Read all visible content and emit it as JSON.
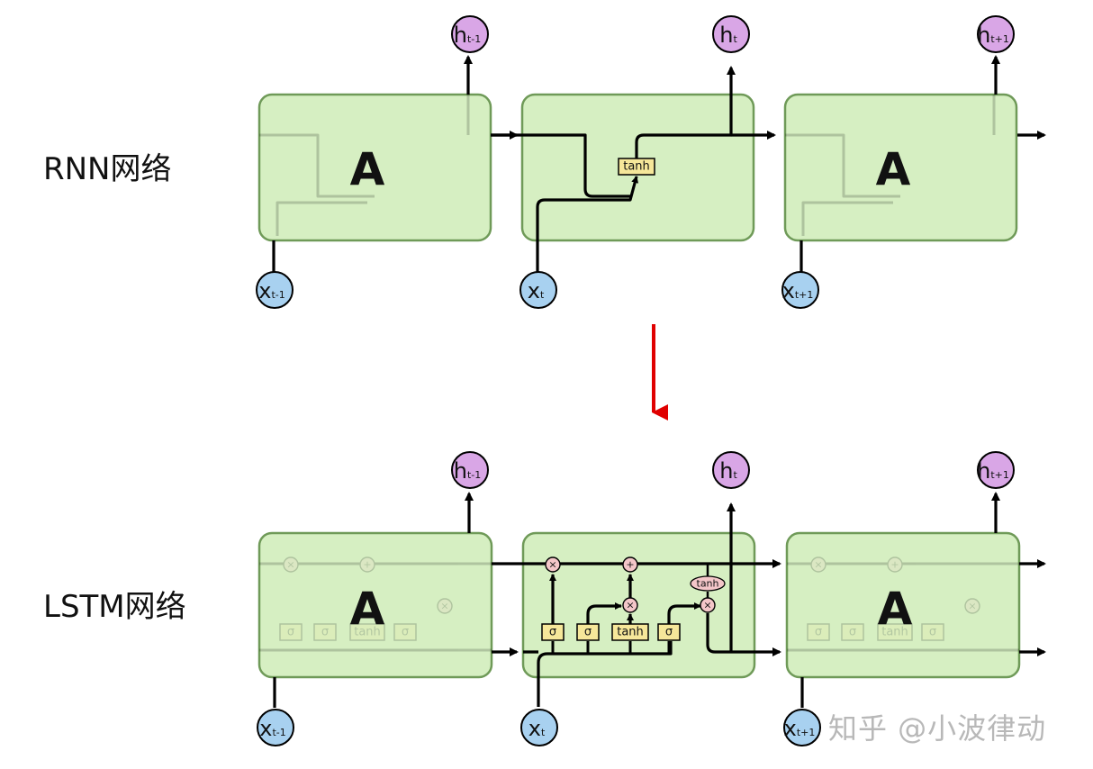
{
  "labels": {
    "rnn": "RNN网络",
    "lstm": "LSTM网络",
    "cell": "A",
    "tanh": "tanh",
    "sigma": "σ",
    "times": "×",
    "plus": "+",
    "watermark": "知乎 @小波律动"
  },
  "outputs": [
    {
      "main": "h",
      "sub": "t-1"
    },
    {
      "main": "h",
      "sub": "t"
    },
    {
      "main": "h",
      "sub": "t+1"
    }
  ],
  "inputs": [
    {
      "main": "x",
      "sub": "t-1"
    },
    {
      "main": "x",
      "sub": "t"
    },
    {
      "main": "x",
      "sub": "t+1"
    }
  ],
  "colors": {
    "cell_fill": "#d6efc2",
    "cell_stroke": "#6f9a58",
    "input_fill": "#a8d1f0",
    "output_fill": "#d9a6e6",
    "gate_fill": "#f6e79a",
    "op_fill": "#f4c6c9",
    "arrow_red": "#e00000"
  }
}
